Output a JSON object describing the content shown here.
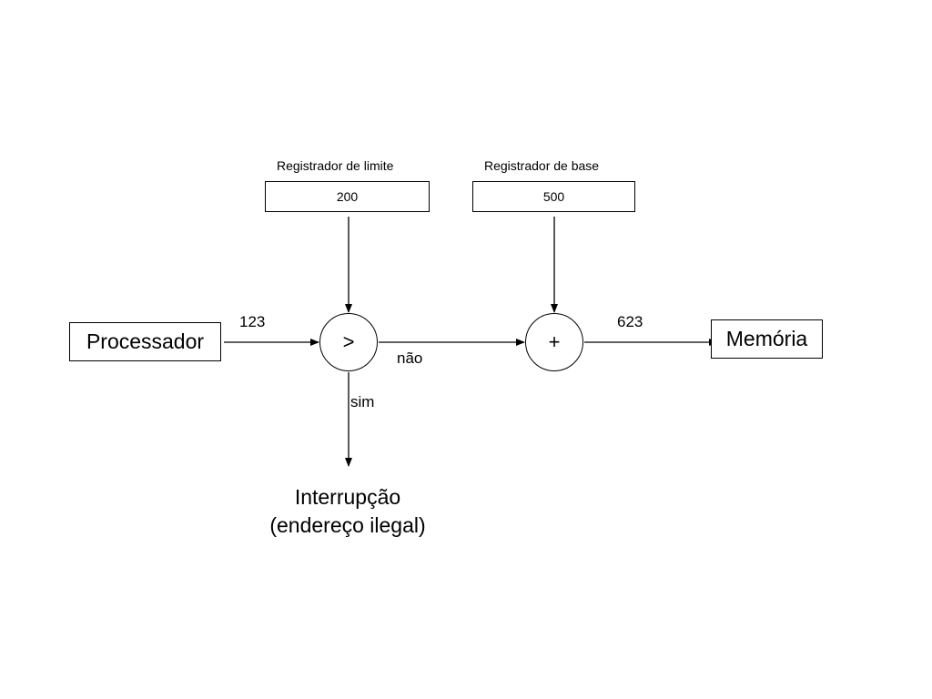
{
  "limit_register": {
    "title": "Registrador de limite",
    "value": "200"
  },
  "base_register": {
    "title": "Registrador de base",
    "value": "500"
  },
  "processor": {
    "label": "Processador"
  },
  "memory": {
    "label": "Memória"
  },
  "comparator": {
    "symbol": ">"
  },
  "adder": {
    "symbol": "+"
  },
  "edges": {
    "logical_address": "123",
    "physical_address": "623",
    "no_branch": "não",
    "yes_branch": "sim"
  },
  "interrupt": {
    "line1": "Interrupção",
    "line2": "(endereço ilegal)"
  }
}
